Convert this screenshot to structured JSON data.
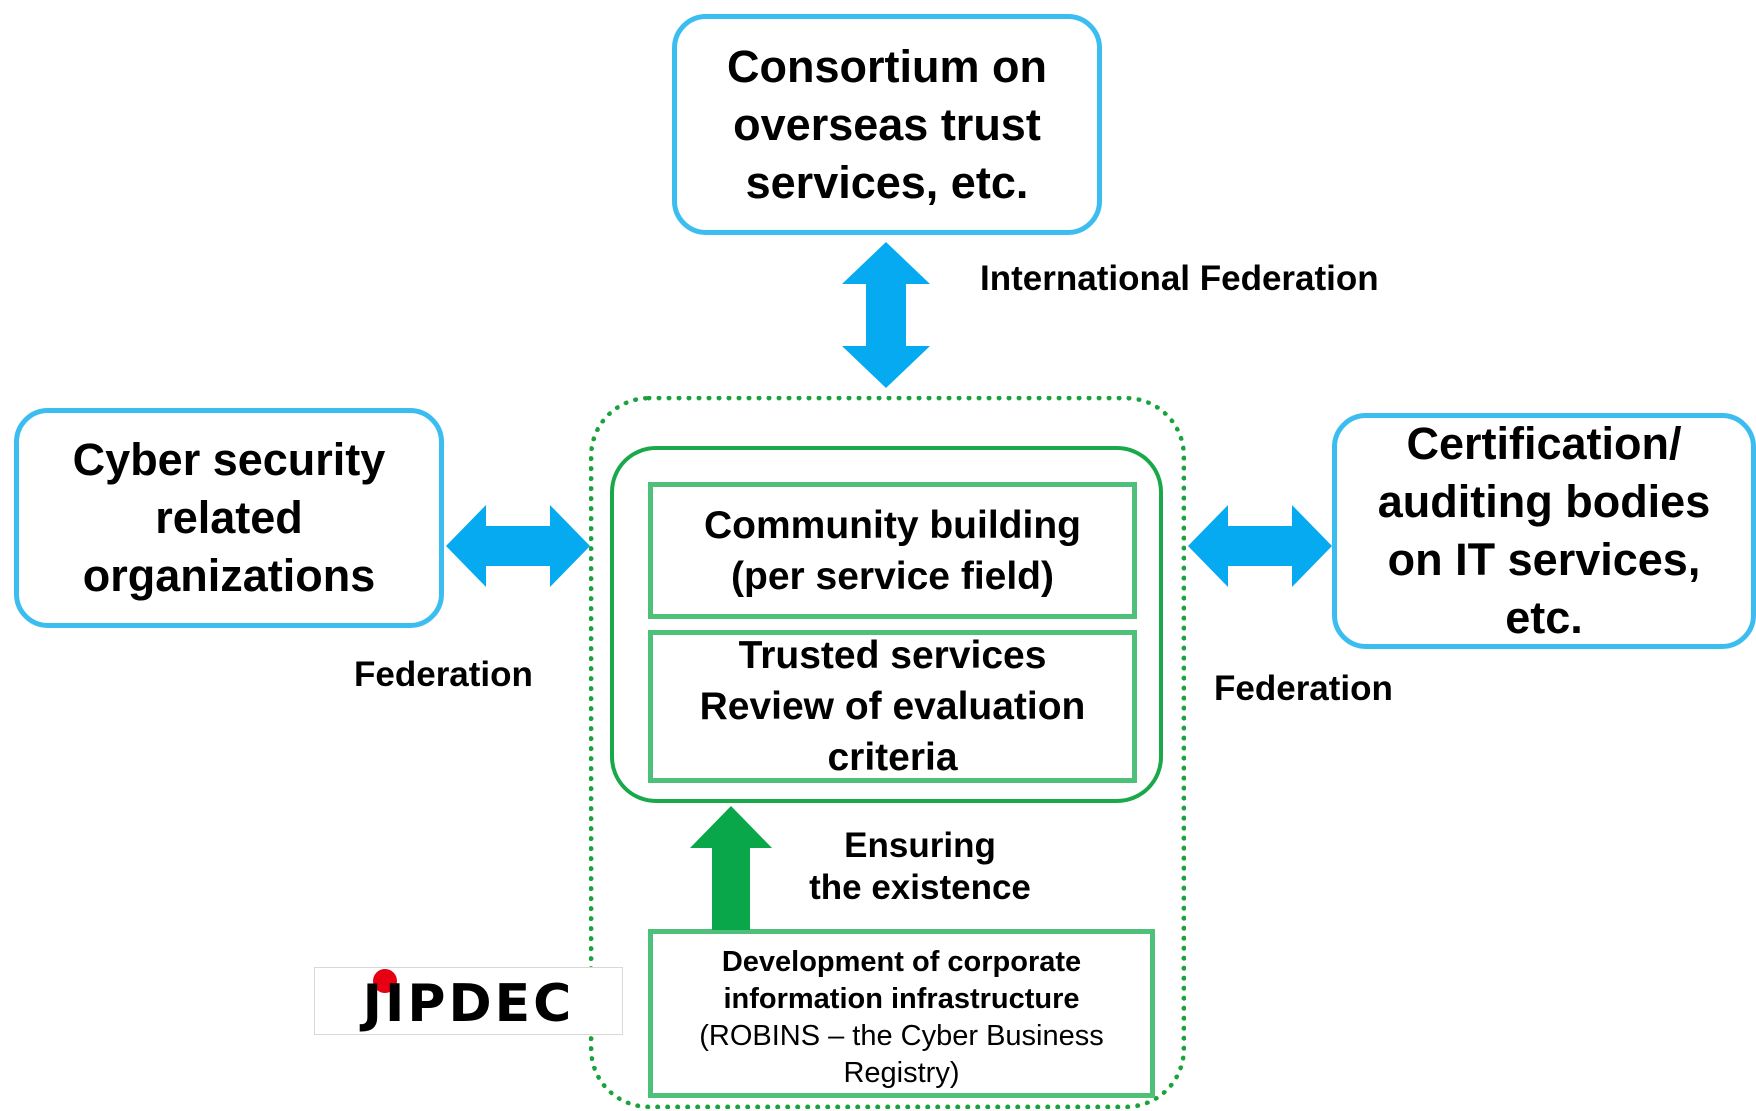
{
  "top_box": {
    "lines": [
      "Consortium on",
      "overseas trust",
      "services, etc."
    ]
  },
  "left_box": {
    "lines": [
      "Cyber security",
      "related",
      "organizations"
    ]
  },
  "right_box": {
    "lines": [
      "Certification/",
      "auditing bodies",
      "on IT services,",
      "etc."
    ]
  },
  "labels": {
    "international_federation": "International Federation",
    "federation_left": "Federation",
    "federation_right": "Federation",
    "ensuring_line1": "Ensuring",
    "ensuring_line2": "the existence"
  },
  "community_box": {
    "lines": [
      "Community building",
      "(per service field)"
    ]
  },
  "trusted_box": {
    "lines": [
      "Trusted services",
      "Review of evaluation",
      "criteria"
    ]
  },
  "development_box": {
    "title_lines": [
      "Development of corporate",
      "information infrastructure"
    ],
    "sub_lines": [
      "(ROBINS – the Cyber Business",
      "Registry)"
    ]
  },
  "logo": {
    "text": "JIPDEC",
    "accent_color": "#e60012"
  },
  "colors": {
    "blue_box_border": "#3cbdf0",
    "blue_arrow": "#05aaf0",
    "green_border": "#19a84a",
    "green_arrow": "#0aa74a"
  }
}
